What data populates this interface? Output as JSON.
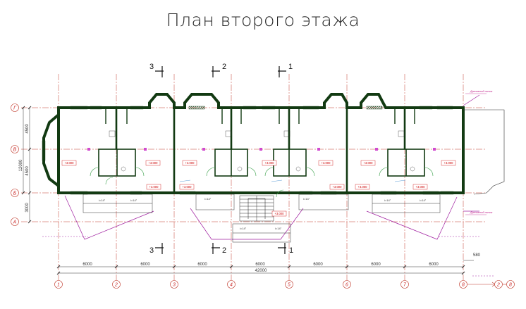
{
  "title": "План второго этажа",
  "axes_x": [
    "1",
    "2",
    "3",
    "4",
    "5",
    "6",
    "7",
    "8"
  ],
  "axes_y": [
    "Г",
    "В",
    "Б",
    "А"
  ],
  "dims_bottom": [
    "6000",
    "6000",
    "6000",
    "6000",
    "6000",
    "6000",
    "6000"
  ],
  "dim_total": "42000",
  "dim_extra": "580",
  "dims_left": [
    "4500",
    "4500",
    "3000"
  ],
  "dim_left_total": "12000",
  "sections": {
    "s1": "1",
    "s2": "2",
    "s3": "3"
  },
  "level_marks": [
    "+3.000",
    "+3.000",
    "+3.000",
    "+3.000",
    "+3.000",
    "+3.000",
    "+3.000",
    "+3.000",
    "+3.000",
    "+3.000",
    "+3.000",
    "+3.000",
    "+3.000"
  ],
  "slope_marks": [
    "i=14°",
    "i=14°",
    "i=14°",
    "i=14°",
    "i=14°",
    "i=14°",
    "i=14°",
    "i=14°"
  ],
  "pipe_labels": [
    "Дренажный лоток",
    "Дренажный лоток"
  ],
  "colors": {
    "wall": "#123a12",
    "axis": "#c0392b",
    "dim": "#333333",
    "accent": "#a020a0",
    "ground": "#5c9cd6"
  }
}
